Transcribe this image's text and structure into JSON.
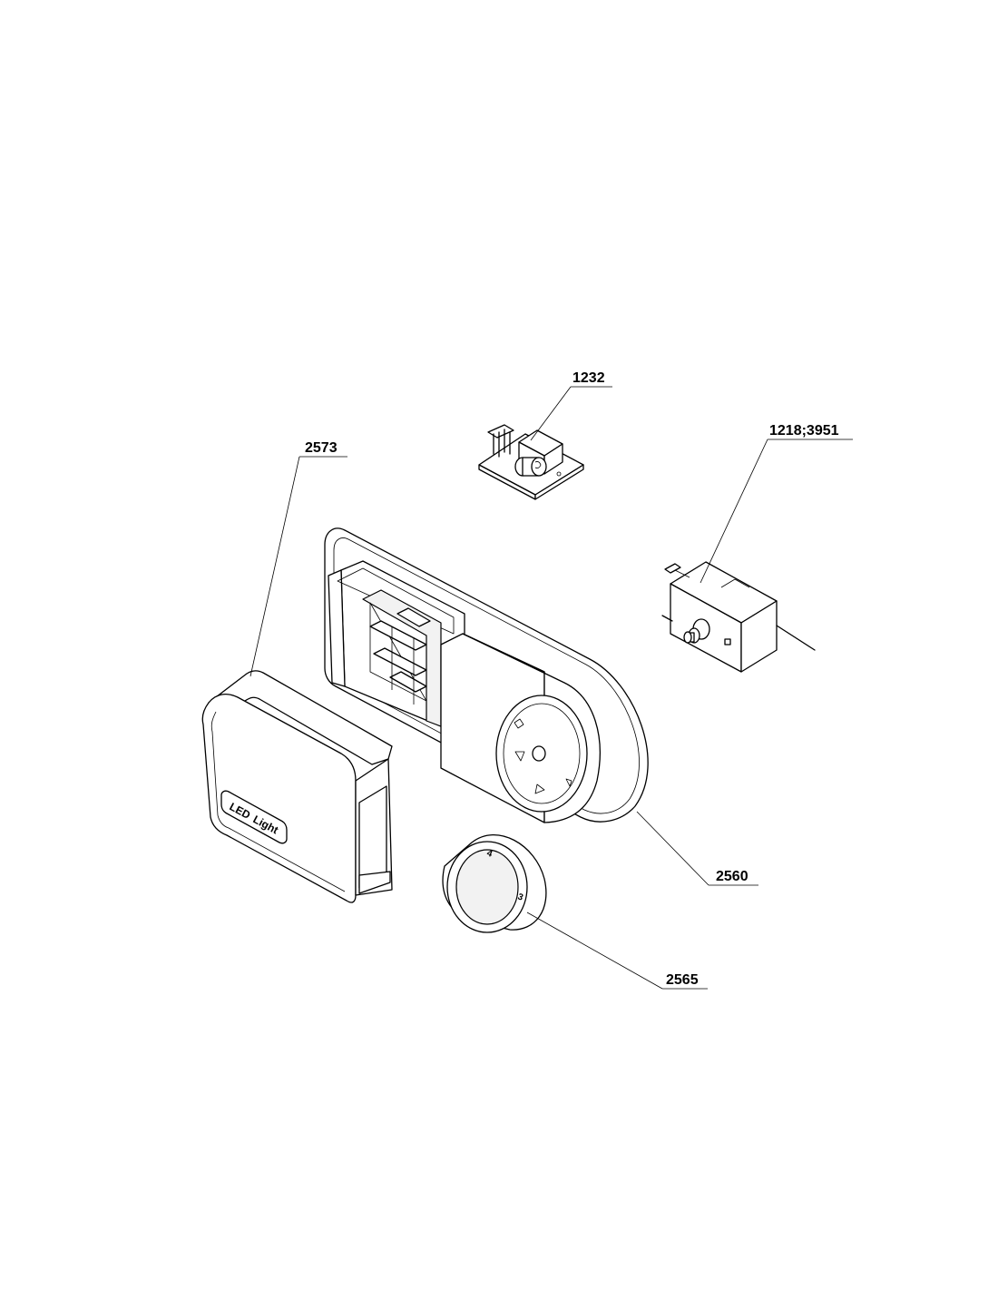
{
  "parts": [
    {
      "id": "pcb",
      "number": "1232"
    },
    {
      "id": "switch",
      "number": "1218;3951"
    },
    {
      "id": "cover",
      "number": "2573"
    },
    {
      "id": "housing",
      "number": "2560"
    },
    {
      "id": "knob",
      "number": "2565"
    }
  ],
  "cover_logo": {
    "text_a": "LED",
    "text_b": "Light"
  },
  "knob_marks": {
    "mark_a": "4",
    "mark_b": "3"
  },
  "colors": {
    "ink": "#000000",
    "paper": "#ffffff",
    "shade": "#f2f2f2"
  }
}
